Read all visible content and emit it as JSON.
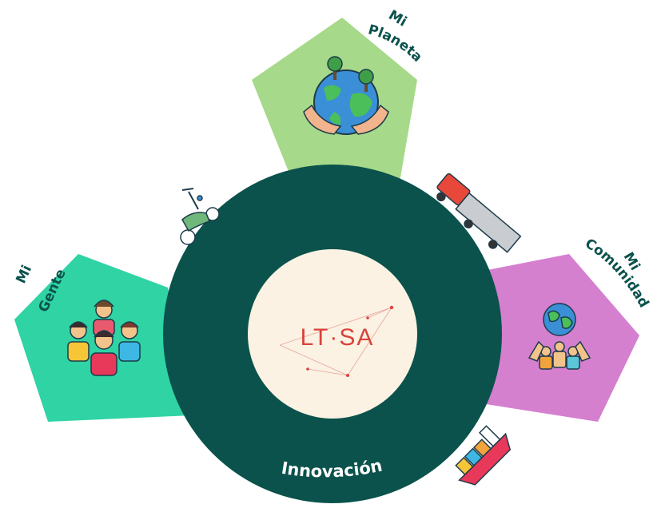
{
  "diagram": {
    "center_logo": "LT·SA",
    "ring_label": "Innovación",
    "pillars": [
      {
        "id": "gente",
        "line1": "Mi",
        "line2": "Gente",
        "color": "#2fd3a4",
        "icon": "people-group-icon"
      },
      {
        "id": "planeta",
        "line1": "Mi",
        "line2": "Planeta",
        "color": "#a6d98a",
        "icon": "globe-in-hands-icon"
      },
      {
        "id": "comunidad",
        "line1": "Mi",
        "line2": "Comunidad",
        "color": "#d57fcf",
        "icon": "community-world-icon"
      }
    ],
    "vehicles": [
      "scooter-icon",
      "truck-icon",
      "cargo-ship-icon"
    ],
    "colors": {
      "ring": "#0b524c",
      "center": "#fbf2e3",
      "logo": "#d9433a",
      "label_text": "#0b524c",
      "ring_text": "#ffffff"
    }
  }
}
